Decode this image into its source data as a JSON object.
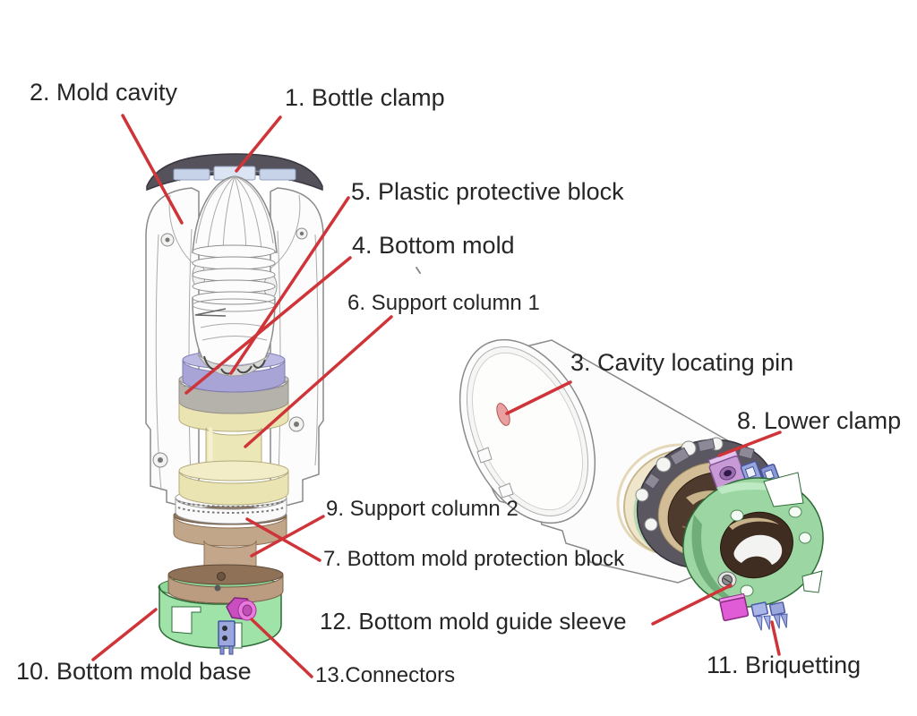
{
  "labels": [
    {
      "num": 1,
      "text": "1. Bottle clamp"
    },
    {
      "num": 2,
      "text": "2. Mold cavity"
    },
    {
      "num": 3,
      "text": "3. Cavity locating pin"
    },
    {
      "num": 4,
      "text": "4. Bottom mold"
    },
    {
      "num": 5,
      "text": "5. Plastic protective block"
    },
    {
      "num": 6,
      "text": "6. Support column 1"
    },
    {
      "num": 7,
      "text": "7. Bottom mold protection block"
    },
    {
      "num": 8,
      "text": "8. Lower clamp"
    },
    {
      "num": 9,
      "text": "9. Support column 2"
    },
    {
      "num": 10,
      "text": "10. Bottom mold base"
    },
    {
      "num": 11,
      "text": "11. Briquetting"
    },
    {
      "num": 12,
      "text": "12. Bottom mold guide sleeve"
    },
    {
      "num": 13,
      "text": "13.Connectors"
    }
  ],
  "colors": {
    "leader_red": "#cf3439",
    "text": "#262626",
    "clamp_dark_gray": "#56525c",
    "clamp_blue": "#c7d3e8",
    "mold_white": "#fcfcfc",
    "plastic_block_lavender": "#a8a5d6",
    "bottom_mold_gray": "#b5b1ab",
    "support_column_yellow": "#ece7b6",
    "protection_block_white": "#fafafa",
    "support_column2_tan": "#c2a689",
    "base_green": "#9fe3a8",
    "connector_magenta": "#c94fc0",
    "bracket_periwinkle": "#9aa8de",
    "ring_dark_gray": "#5b5761",
    "ring_brown": "#4f3b2e",
    "ring_tan": "#d2bd96",
    "lower_clamp_purple": "#c79ad6",
    "guide_sleeve_green": "#9cd6a2",
    "briquetting_periwinkle": "#aab6e8",
    "locating_pin_pink": "#e8a0a0"
  }
}
